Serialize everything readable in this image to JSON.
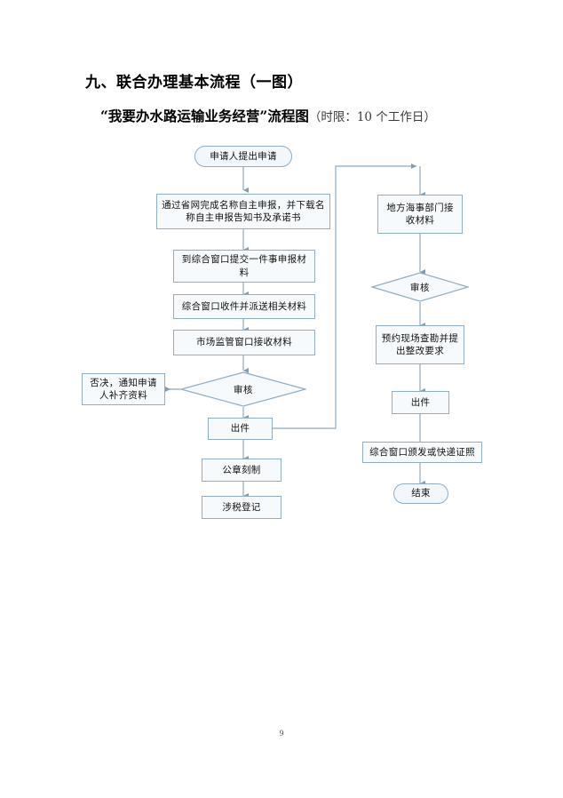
{
  "document": {
    "section_heading": "九、联合办理基本流程（一图）",
    "chart_title_main": "“我要办水路运输业务经营”流程图",
    "chart_title_sub": "（时限：10 个工作日）",
    "page_number": "9"
  },
  "theme": {
    "node_border": "#8fadc4",
    "node_fill": "#f7fafc",
    "connector": "#9fb6c8",
    "text": "#111111",
    "page_background": "#ffffff"
  },
  "flowchart": {
    "type": "flowchart",
    "orientation": "two-column-vertical",
    "left_column": {
      "nodes": [
        {
          "id": "start",
          "shape": "stadium",
          "label": "申请人提出申请"
        },
        {
          "id": "name-declare",
          "shape": "rect",
          "label": "通过省网完成名称自主申报，并下载名称自主申报告知书及承诺书"
        },
        {
          "id": "submit-window",
          "shape": "rect",
          "label": "到综合窗口提交一件事申报材料"
        },
        {
          "id": "window-receive-dispatch",
          "shape": "rect",
          "label": "综合窗口收件并派送相关材料"
        },
        {
          "id": "market-supervision-receive",
          "shape": "rect",
          "label": "市场监管窗口接收材料"
        },
        {
          "id": "review-left",
          "shape": "diamond",
          "label": "审核"
        },
        {
          "id": "reject-notify",
          "shape": "rect",
          "label": "否决，通知申请人补齐资料"
        },
        {
          "id": "output-left",
          "shape": "rect",
          "label": "出件"
        },
        {
          "id": "seal-engrave",
          "shape": "rect",
          "label": "公章刻制"
        },
        {
          "id": "tax-registration",
          "shape": "rect",
          "label": "涉税登记"
        }
      ]
    },
    "right_column": {
      "nodes": [
        {
          "id": "maritime-receive",
          "shape": "rect",
          "label": "地方海事部门接收材料"
        },
        {
          "id": "review-right",
          "shape": "diamond",
          "label": "审核"
        },
        {
          "id": "site-survey",
          "shape": "rect",
          "label": "预约现场查勘并提出整改要求"
        },
        {
          "id": "output-right",
          "shape": "rect",
          "label": "出件"
        },
        {
          "id": "issue-or-mail",
          "shape": "rect",
          "label": "综合窗口颁发或快递证照"
        },
        {
          "id": "end",
          "shape": "stadium",
          "label": "结束"
        }
      ]
    },
    "connectors": [
      {
        "from": "start",
        "to": "name-declare",
        "arrow": "down"
      },
      {
        "from": "name-declare",
        "to": "submit-window",
        "arrow": "down"
      },
      {
        "from": "submit-window",
        "to": "window-receive-dispatch",
        "arrow": "down"
      },
      {
        "from": "window-receive-dispatch",
        "to": "market-supervision-receive",
        "arrow": "down"
      },
      {
        "from": "market-supervision-receive",
        "to": "review-left",
        "arrow": "down"
      },
      {
        "from": "review-left",
        "to": "reject-notify",
        "arrow": "left"
      },
      {
        "from": "review-left",
        "to": "output-left",
        "arrow": "down"
      },
      {
        "from": "output-left",
        "to": "seal-engrave",
        "arrow": "down"
      },
      {
        "from": "seal-engrave",
        "to": "tax-registration",
        "arrow": "down"
      },
      {
        "from": "output-left",
        "to": "maritime-receive",
        "arrow": "right-up-right-down",
        "routing": "elbow"
      },
      {
        "from": "maritime-receive",
        "to": "review-right",
        "arrow": "down"
      },
      {
        "from": "review-right",
        "to": "site-survey",
        "arrow": "down"
      },
      {
        "from": "site-survey",
        "to": "output-right",
        "arrow": "down"
      },
      {
        "from": "output-right",
        "to": "issue-or-mail",
        "arrow": "none"
      },
      {
        "from": "issue-or-mail",
        "to": "end",
        "arrow": "down"
      }
    ]
  }
}
